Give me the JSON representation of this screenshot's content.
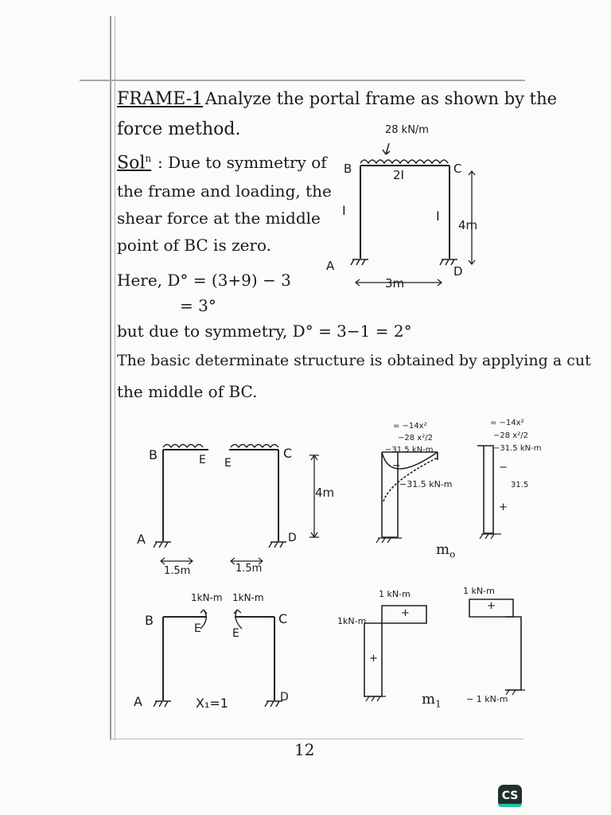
{
  "text": {
    "heading": "FRAME-1",
    "problem_line1": ": Analyze the portal frame as shown by the",
    "problem_line2": "force method.",
    "sol_label": "Sol",
    "sol_line1": ": Due to symmetry of",
    "sol_line2": "the frame and loading, the",
    "sol_line3": "shear force at the middle",
    "sol_line4": "point of BC is zero.",
    "here_line": "Here, D° = (3+9) − 3",
    "equals_line": "= 3°",
    "symmetry_line": "but due to symmetry, D° = 3−1 = 2°",
    "basic_line1": "The basic determinate structure is obtained by applying a cut",
    "basic_line2": "the middle of BC."
  },
  "frame1": {
    "load": "28 kN/m",
    "beam_inertia": "2I",
    "col_left": "I",
    "col_right": "I",
    "height": "4m",
    "span": "3m",
    "node_a": "A",
    "node_b": "B",
    "node_c": "C",
    "node_d": "D"
  },
  "frame2": {
    "node_b": "B",
    "node_c": "C",
    "node_a": "A",
    "node_d": "D",
    "cut_left": "E",
    "cut_right": "E",
    "height": "4m",
    "span_left": "1.5m",
    "span_right": "1.5m"
  },
  "m0_diagram": {
    "label": "m",
    "label_sub": "o",
    "eq1": "= −14x²",
    "eq2": "−28 x²/2",
    "eq3": "−31.5 kN-m",
    "col_value": "−31.5 kN-m",
    "sign_neg": "−",
    "sign_pos": "+",
    "right_eq1": "= −14x²",
    "right_eq2": "−28 x²/2",
    "right_eq3": "−31.5 kN-m",
    "right_value": "31.5"
  },
  "frame3": {
    "node_b": "B",
    "node_c": "C",
    "node_a": "A",
    "node_d": "D",
    "cut_left": "E",
    "cut_right": "E",
    "moment_left": "1kN-m",
    "moment_right": "1kN-m",
    "unit_load": "X₁=1"
  },
  "m1_diagram": {
    "label": "m",
    "label_sub": "1",
    "top_left": "1 kN-m",
    "top_right": "1 kN-m",
    "side_left": "1kN-m",
    "bottom_right": "− 1 kN-m",
    "sign_pos": "+"
  },
  "page_number": "12",
  "logo": "CS"
}
